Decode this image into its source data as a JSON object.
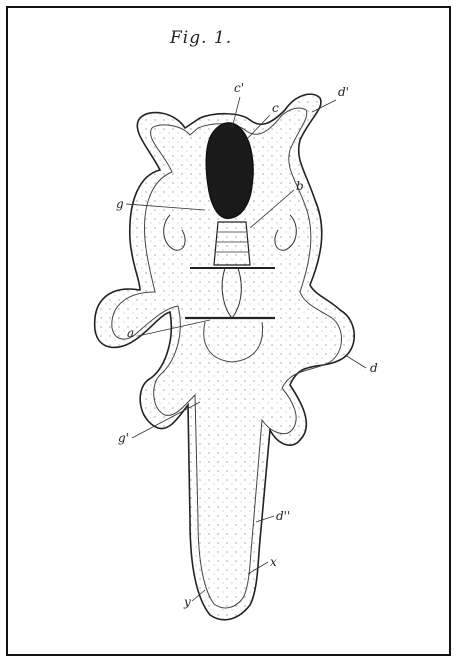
{
  "figure": {
    "title": "Fig. 1.",
    "labels": {
      "c_prime": "c'",
      "c": "c",
      "d_prime": "d'",
      "b": "b",
      "g": "g",
      "a": "a",
      "d": "d",
      "g_prime": "g'",
      "d_double_prime": "d''",
      "x": "x",
      "y": "y"
    }
  }
}
